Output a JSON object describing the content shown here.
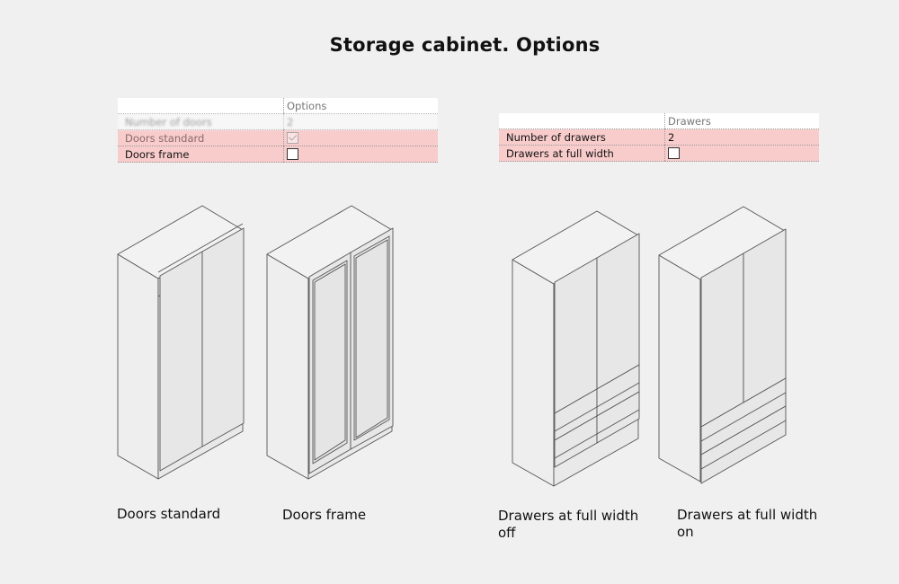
{
  "title": "Storage cabinet. Options",
  "left_table": {
    "header": "Options",
    "rows": [
      {
        "label": "Number of doors",
        "value": "2"
      },
      {
        "label": "Doors standard",
        "checked": true
      },
      {
        "label": "Doors frame",
        "checked": false
      }
    ]
  },
  "right_table": {
    "header": "Drawers",
    "rows": [
      {
        "label": "Number of drawers",
        "value": "2"
      },
      {
        "label": "Drawers at full width",
        "checked": false
      }
    ]
  },
  "captions": {
    "doors_standard": "Doors standard",
    "doors_frame": "Doors frame",
    "drawers_off_line1": "Drawers at full width",
    "drawers_off_line2": "off",
    "drawers_on_line1": "Drawers at full width",
    "drawers_on_line2": "on"
  },
  "colors": {
    "background": "#f0f0f0",
    "highlight_row": "#f9cccc",
    "cabinet_face": "#e7e7e7",
    "cabinet_side": "#eeeeee",
    "cabinet_top": "#f2f2f2",
    "line": "#555555"
  }
}
